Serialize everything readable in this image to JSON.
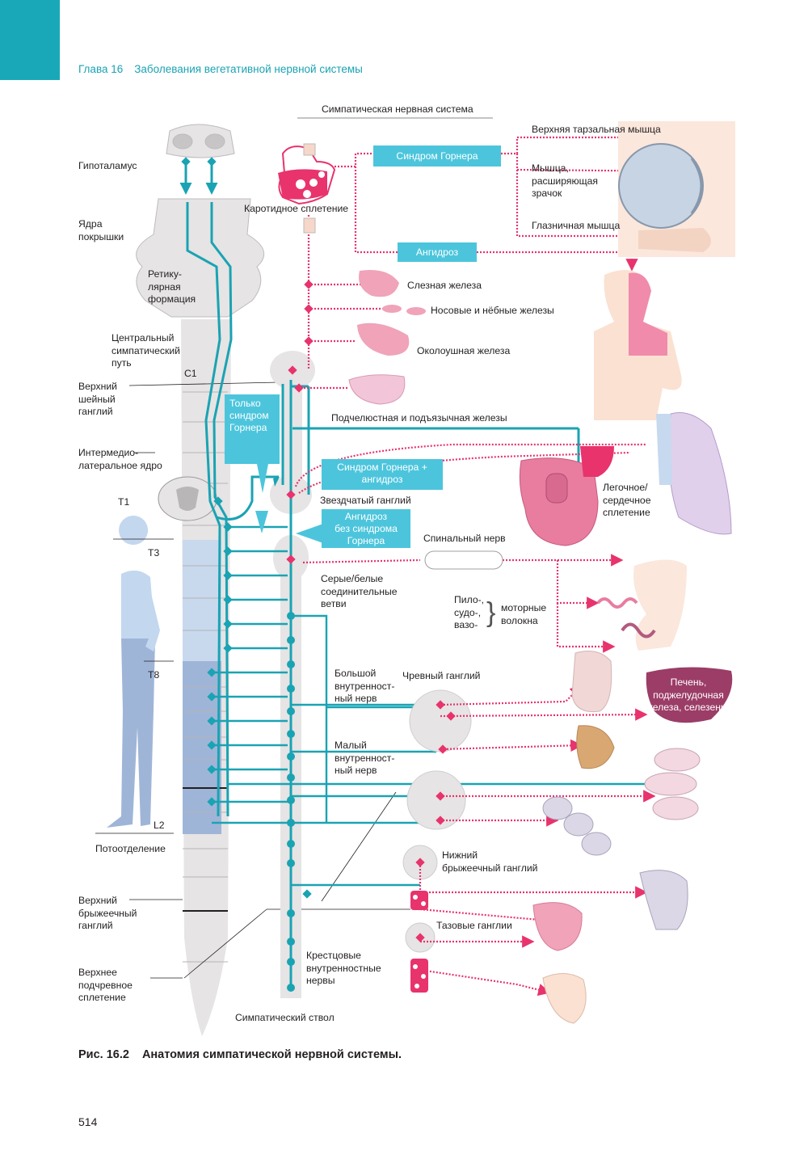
{
  "header": {
    "chapter": "Глава 16",
    "title": "Заболевания вегетативной нервной системы"
  },
  "figure": {
    "heading": "Симпатическая нервная система",
    "boxes": {
      "horner_top": "Синдром Горнера",
      "anhidrosis_top": "Ангидроз",
      "horner_only_1": "Только",
      "horner_only_2": "синдром",
      "horner_only_3": "Горнера",
      "horner_plus_1": "Синдром Горнера +",
      "horner_plus_2": "ангидроз",
      "anh_without_1": "Ангидроз",
      "anh_without_2": "без синдрома",
      "anh_without_3": "Горнера"
    },
    "labels": {
      "hypothalamus": "Гипоталамус",
      "tegmentum_1": "Ядра",
      "tegmentum_2": "покрышки",
      "reticular_1": "Ретику-",
      "reticular_2": "лярная",
      "reticular_3": "формация",
      "central_1": "Центральный",
      "central_2": "симпатический",
      "central_3": "путь",
      "c1": "C1",
      "sup_cerv_1": "Верхний",
      "sup_cerv_2": "шейный",
      "sup_cerv_3": "ганглий",
      "interm_1": "Интермедио-",
      "interm_2": "латеральное ядро",
      "t1": "T1",
      "t3": "T3",
      "t8": "T8",
      "l2": "L2",
      "sweating": "Потоотделение",
      "sup_mes_1": "Верхний",
      "sup_mes_2": "брыжеечный",
      "sup_mes_3": "ганглий",
      "sup_hypo_1": "Верхнее",
      "sup_hypo_2": "подчревное",
      "sup_hypo_3": "сплетение",
      "carotid": "Каротидное сплетение",
      "tarsal": "Верхняя тарзальная мышца",
      "dilator_1": "Мышца,",
      "dilator_2": "расширяющая",
      "dilator_3": "зрачок",
      "orbital": "Глазничная мышца",
      "lacrimal": "Слезная железа",
      "nasal": "Носовые и нёбные железы",
      "parotid": "Околоушная железа",
      "submand": "Подчелюстная и подъязычная железы",
      "stellate": "Звездчатый ганглий",
      "spinal_nerve": "Спинальный нерв",
      "pulm_1": "Легочное/",
      "pulm_2": "сердечное",
      "pulm_3": "сплетение",
      "rami_1": "Серые/белые",
      "rami_2": "соединительные",
      "rami_3": "ветви",
      "pilo": "Пило-,",
      "sudo": "судо-,",
      "vaso": "вазо-",
      "motor_1": "моторные",
      "motor_2": "волокна",
      "major_1": "Большой",
      "major_2": "внутренност-",
      "major_3": "ный нерв",
      "celiac": "Чревный ганглий",
      "liver_1": "Печень,",
      "liver_2": "поджелудочная",
      "liver_3": "железа, селезенка",
      "minor_1": "Малый",
      "minor_2": "внутренност-",
      "minor_3": "ный нерв",
      "inf_mes_1": "Нижний",
      "inf_mes_2": "брыжеечный ганглий",
      "pelvic": "Тазовые ганглии",
      "sacral_1": "Крестцовые",
      "sacral_2": "внутренностные",
      "sacral_3": "нервы",
      "trunk": "Симпатический ствол"
    }
  },
  "caption": {
    "number": "Рис. 16.2",
    "text": "Анатомия симпатической нервной системы."
  },
  "page_number": "514",
  "colors": {
    "teal": "#1aa3b3",
    "box": "#4cc5dc",
    "magenta": "#e8336d",
    "pink": "#f0a3b9",
    "spine": "#e6e4e4"
  }
}
